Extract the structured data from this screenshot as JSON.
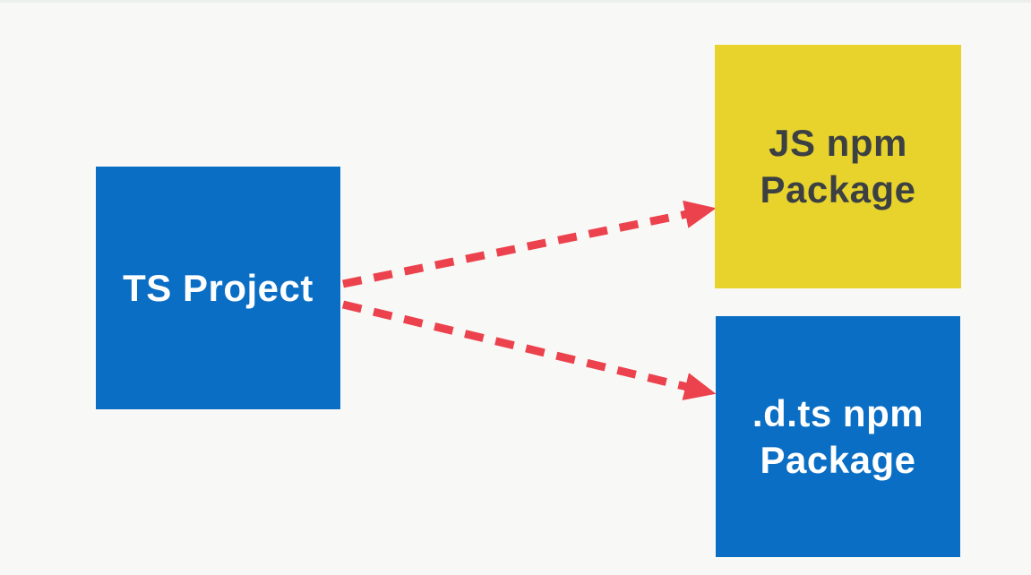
{
  "diagram": {
    "background": "#f8f9f6",
    "nodes": [
      {
        "id": "ts-project",
        "label": "TS Project",
        "shape": "rectangle",
        "bg": "#0a6ec4",
        "text_color": "#ffffff"
      },
      {
        "id": "js-npm-package",
        "label": "JS npm Package",
        "shape": "rectangle",
        "bg": "#e8d32c",
        "text_color": "#3c4043"
      },
      {
        "id": "dts-npm-package",
        "label": ".d.ts npm Package",
        "shape": "rectangle",
        "bg": "#0a6ec4",
        "text_color": "#ffffff"
      }
    ],
    "edges": [
      {
        "from": "ts-project",
        "to": "js-npm-package",
        "style": "dashed",
        "arrowhead": "triangle",
        "color": "#ec424e"
      },
      {
        "from": "ts-project",
        "to": "dts-npm-package",
        "style": "dashed",
        "arrowhead": "triangle",
        "color": "#ec424e"
      }
    ]
  }
}
